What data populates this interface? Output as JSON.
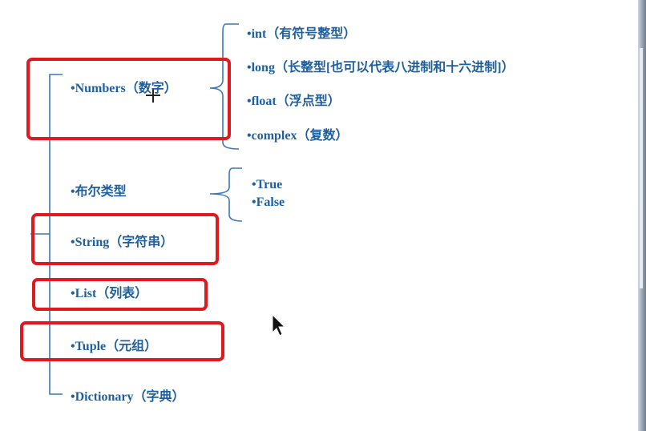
{
  "main": {
    "items": [
      {
        "label": "•Numbers（数字）",
        "highlighted": true
      },
      {
        "label": "•布尔类型",
        "highlighted": false
      },
      {
        "label": "•String（字符串）",
        "highlighted": true
      },
      {
        "label": "•List（列表）",
        "highlighted": true
      },
      {
        "label": "•Tuple（元组）",
        "highlighted": true
      },
      {
        "label": "•Dictionary（字典）",
        "highlighted": false
      }
    ]
  },
  "numbers_sub": [
    "•int（有符号整型）",
    "•long（长整型[也可以代表八进制和十六进制]）",
    "•float（浮点型）",
    "•complex（复数）"
  ],
  "bool_sub": [
    "•True",
    "•False"
  ],
  "colors": {
    "text": "#1f5f9e",
    "bracket": "#3a78b8",
    "highlight": "#e0191e"
  },
  "icons": [
    "crosshair-cursor-icon",
    "arrow-cursor-icon"
  ]
}
